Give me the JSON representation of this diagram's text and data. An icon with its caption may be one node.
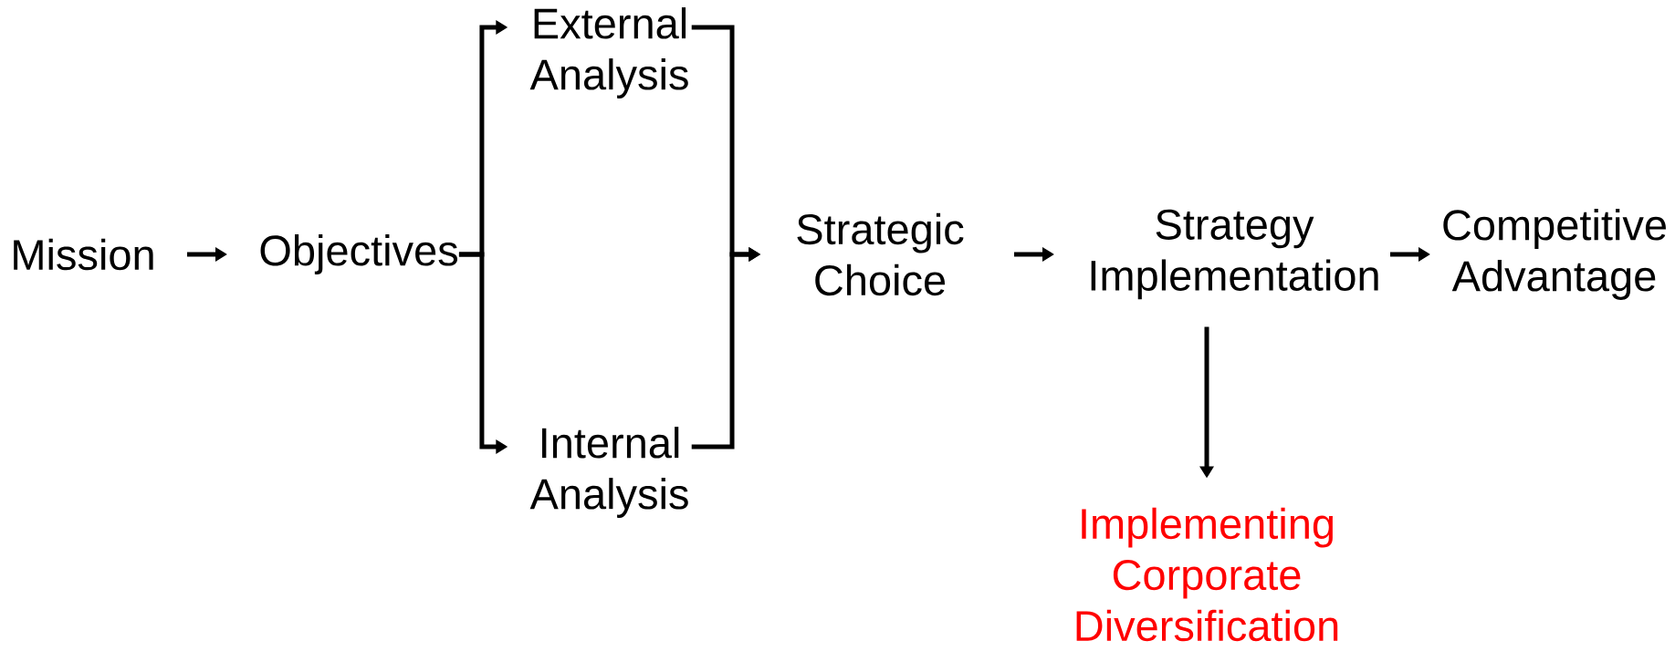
{
  "diagram": {
    "nodes": [
      {
        "text": [
          "Mission"
        ]
      },
      {
        "text": [
          "Objectives"
        ]
      },
      {
        "text": [
          "External Analysis"
        ]
      },
      {
        "text": [
          "Internal Analysis"
        ]
      },
      {
        "text": [
          "Strategic Choice"
        ]
      },
      {
        "text": [
          "Strategy Implementation"
        ]
      },
      {
        "text": [
          "Competitive Advantage"
        ]
      },
      {
        "text": [
          "Implementing Corporate Diversification"
        ]
      }
    ],
    "edges": [
      {
        "from": 0,
        "to": 1,
        "arrow": "to"
      },
      {
        "from": 1,
        "to": 2,
        "arrow": "to"
      },
      {
        "from": 1,
        "to": 3,
        "arrow": "to"
      },
      {
        "from": 2,
        "to": 4,
        "arrow": "to"
      },
      {
        "from": 3,
        "to": 4,
        "arrow": "to"
      },
      {
        "from": 4,
        "to": 5,
        "arrow": "to"
      },
      {
        "from": 5,
        "to": 6,
        "arrow": "to"
      },
      {
        "from": 5,
        "to": 7,
        "arrow": "to"
      }
    ]
  }
}
